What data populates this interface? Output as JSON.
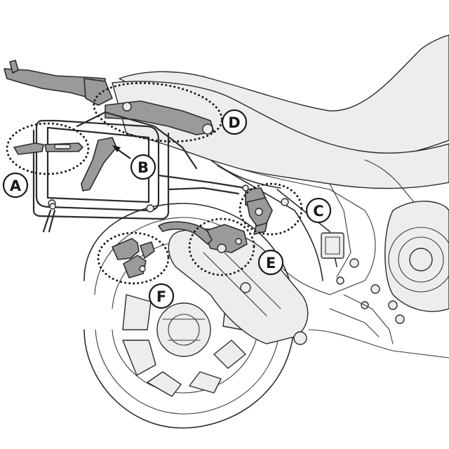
{
  "callouts": {
    "a": "A",
    "b": "B",
    "c": "C",
    "d": "D",
    "e": "E",
    "f": "F"
  },
  "colors": {
    "line": "#2b2b2b",
    "part_fill": "#9a9a9a",
    "background": "#ffffff"
  }
}
